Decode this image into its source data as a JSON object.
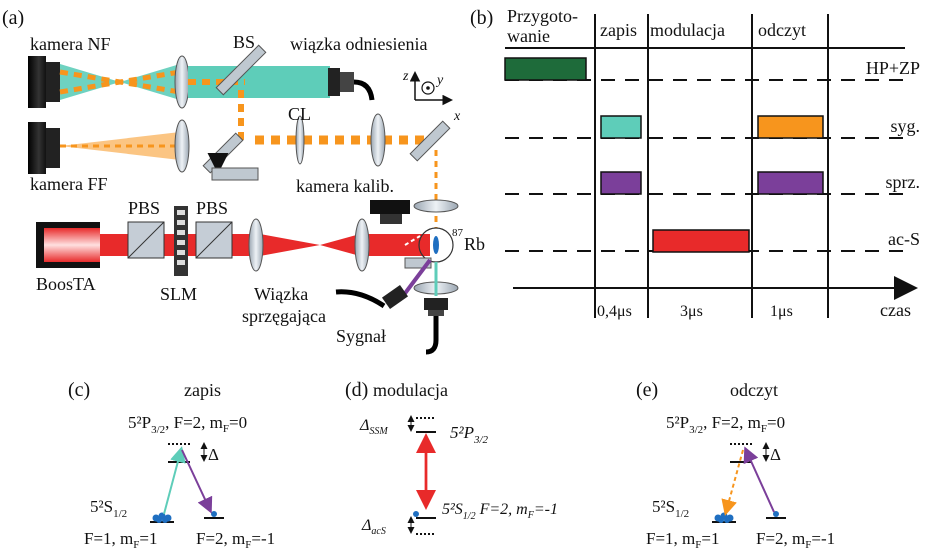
{
  "colors": {
    "teal": "#5ecdb9",
    "orange": "#f7951d",
    "purple": "#7b3f9a",
    "red": "#e82a2a",
    "dark_green": "#1e6b3a",
    "blue_atom": "#1f6fc1",
    "grey": "#bfc8d0"
  },
  "panel_a": {
    "panel_label": "(a)",
    "labels": {
      "camera_nf": "kamera NF",
      "camera_ff": "kamera FF",
      "bs": "BS",
      "reference_beam": "wiązka odniesienia",
      "cl": "CL",
      "calib_camera": "kamera kalib.",
      "pbs1": "PBS",
      "pbs2": "PBS",
      "slm": "SLM",
      "boosta": "BoosTA",
      "coupling_beam_1": "Wiązka",
      "coupling_beam_2": "sprzęgająca",
      "signal": "Sygnał",
      "rb_sup": "87",
      "rb": "Rb",
      "axis_z": "z",
      "axis_y": "y",
      "axis_x": "x"
    }
  },
  "panel_b": {
    "panel_label": "(b)",
    "phases": [
      "Przygoto-",
      "wanie",
      "zapis",
      "modulacja",
      "odczyt"
    ],
    "rows": [
      "HP+ZP",
      "syg.",
      "sprz.",
      "ac-S"
    ],
    "durations": [
      "0,4μs",
      "3μs",
      "1μs"
    ],
    "time_label": "czas"
  },
  "panel_c": {
    "panel_label": "(c)",
    "title": "zapis",
    "upper_level": "5²P",
    "upper_sub": "3/2",
    "upper_detail": ", F=2, m",
    "upper_mf_sub": "F",
    "upper_mf_val": "=0",
    "delta": "Δ",
    "ground_level": "5²S",
    "ground_sub": "1/2",
    "left_state": "F=1, m",
    "left_mf_sub": "F",
    "left_mf_val": "=1",
    "right_state": "F=2, m",
    "right_mf_sub": "F",
    "right_mf_val": "=-1"
  },
  "panel_d": {
    "panel_label": "(d)",
    "title": "modulacja",
    "delta_ssm": "Δ",
    "delta_ssm_sub": "SSM",
    "upper_level": "5²P",
    "upper_sub": "3/2",
    "lower_level": "5²S",
    "lower_sub": "1/2",
    "lower_detail": " F=2, m",
    "lower_mf_sub": "F",
    "lower_mf_val": "=-1",
    "delta_acs": "Δ",
    "delta_acs_sub": "acS"
  },
  "panel_e": {
    "panel_label": "(e)",
    "title": "odczyt",
    "upper_level": "5²P",
    "upper_sub": "3/2",
    "upper_detail": ", F=2, m",
    "upper_mf_sub": "F",
    "upper_mf_val": "=0",
    "delta": "Δ",
    "ground_level": "5²S",
    "ground_sub": "1/2",
    "left_state": "F=1, m",
    "left_mf_sub": "F",
    "left_mf_val": "=1",
    "right_state": "F=2, m",
    "right_mf_sub": "F",
    "right_mf_val": "=-1"
  }
}
